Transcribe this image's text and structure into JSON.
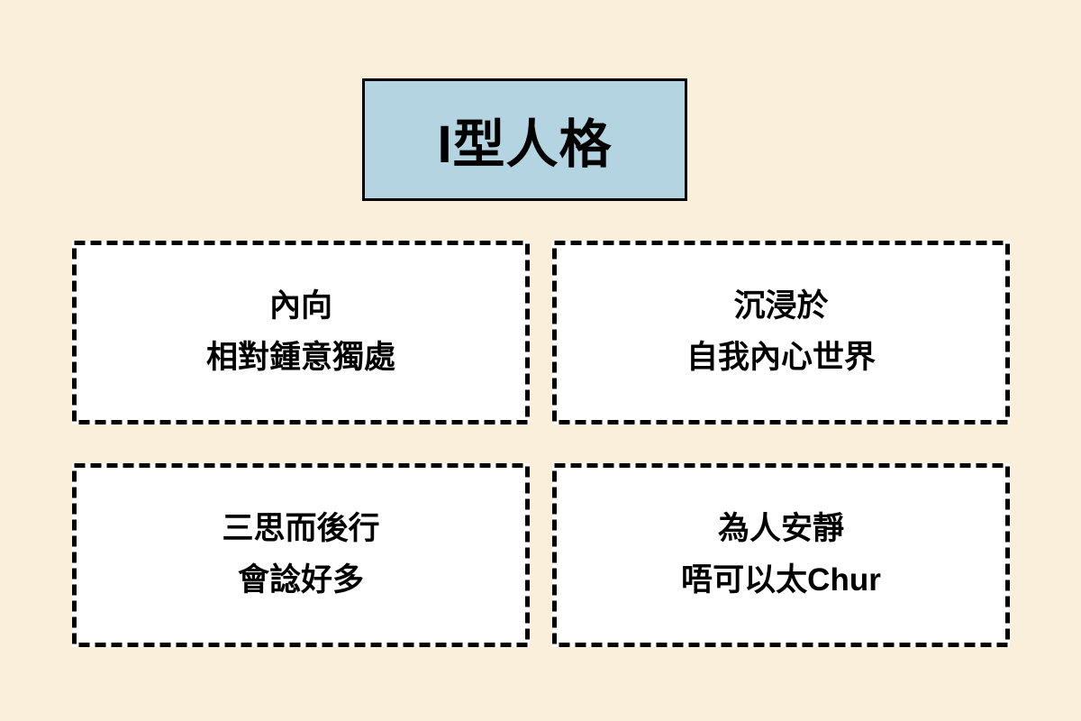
{
  "colors": {
    "page-bg": "#FAEFDB",
    "title-bg": "#B3D4E0",
    "ink": "#000000",
    "card-bg": "#FFFFFF"
  },
  "title": {
    "text": "I型人格"
  },
  "cards": [
    {
      "lines": [
        "內向",
        "相對鍾意獨處"
      ]
    },
    {
      "lines": [
        "沉浸於",
        "自我內心世界"
      ]
    },
    {
      "lines": [
        "三思而後行",
        "會諗好多"
      ]
    },
    {
      "lines": [
        "為人安靜",
        "唔可以太Chur"
      ]
    }
  ]
}
